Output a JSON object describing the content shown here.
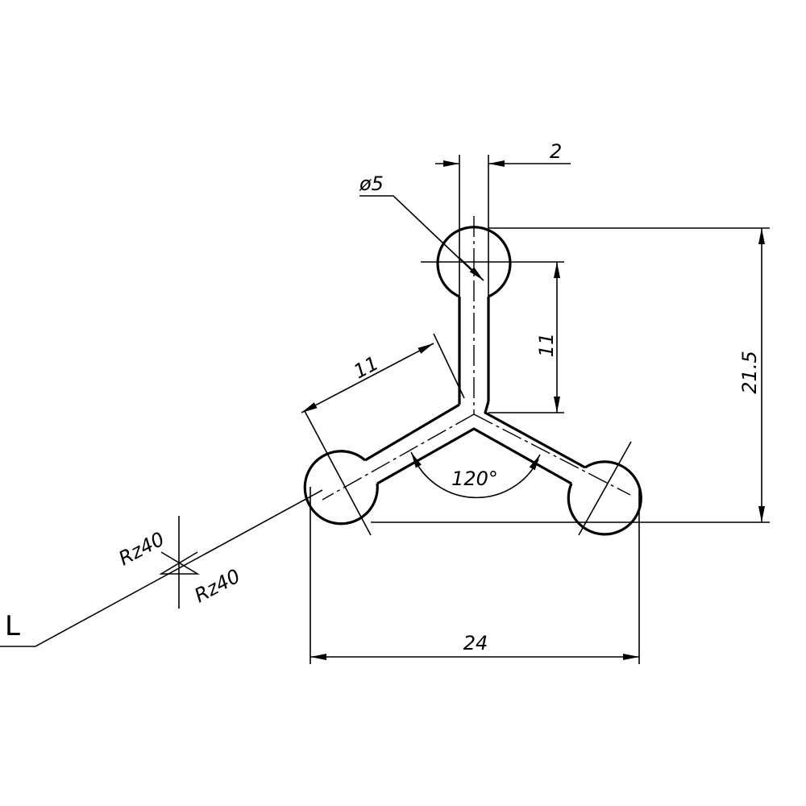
{
  "drawing": {
    "dimensions": {
      "wall_thickness": "2",
      "bulb_diameter": "ø5",
      "top_arm_length": "11",
      "left_arm_length": "11",
      "total_height": "21.5",
      "angle": "120°",
      "total_width": "24"
    },
    "surface_finish": {
      "upper": "Rz40",
      "lower": "Rz40",
      "corner_symbol": "L"
    }
  }
}
